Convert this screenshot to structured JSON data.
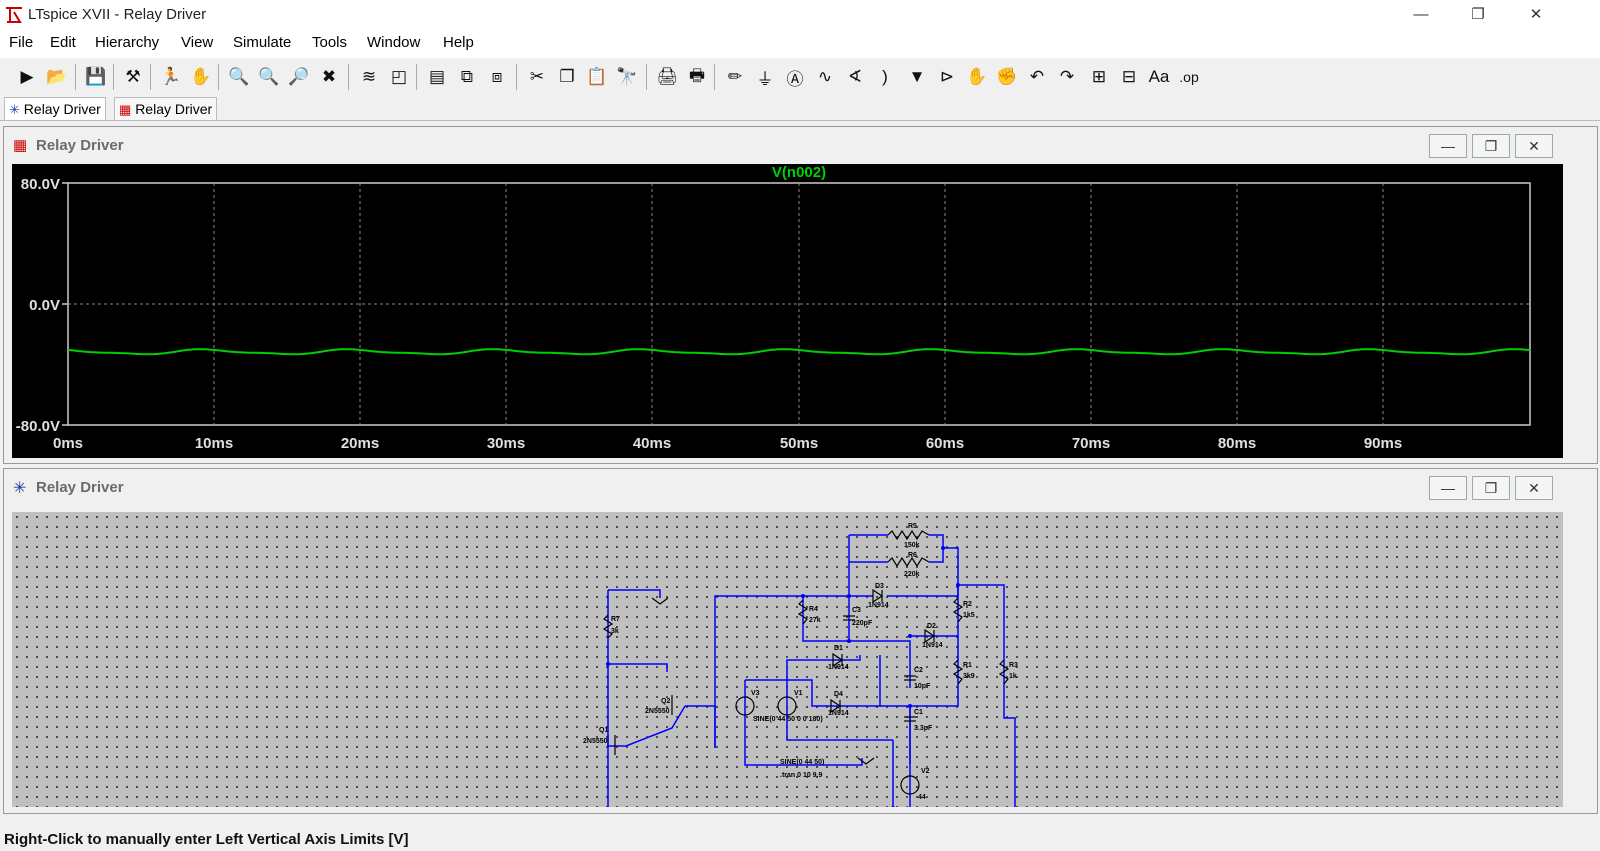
{
  "window": {
    "title": "LTspice XVII - Relay Driver"
  },
  "menu": [
    "File",
    "Edit",
    "Hierarchy",
    "View",
    "Simulate",
    "Tools",
    "Window",
    "Help"
  ],
  "tabs": [
    {
      "label": "Relay Driver",
      "icon": "schematic-icon"
    },
    {
      "label": "Relay Driver",
      "icon": "waveform-icon"
    }
  ],
  "waveform_pane": {
    "title": "Relay Driver",
    "trace_label": "V(n002)",
    "trace_color": "#00d000",
    "y_ticks": [
      "80.0V",
      "0.0V",
      "-80.0V"
    ],
    "x_ticks": [
      "0ms",
      "10ms",
      "20ms",
      "30ms",
      "40ms",
      "50ms",
      "60ms",
      "70ms",
      "80ms",
      "90ms"
    ]
  },
  "schematic_pane": {
    "title": "Relay Driver",
    "components": {
      "r5": [
        "R5",
        "150k"
      ],
      "r6": [
        "R6",
        "220k"
      ],
      "d3": [
        "D3",
        "1N914"
      ],
      "r4": [
        "R4",
        "27k"
      ],
      "c3": [
        "C3",
        "220pF"
      ],
      "r2": [
        "R2",
        "1k5"
      ],
      "d2": [
        "D2",
        "1N914"
      ],
      "r7": [
        "R7",
        "3k"
      ],
      "d1": [
        "D1",
        "1N914"
      ],
      "c2": [
        "C2",
        "10pF"
      ],
      "r1": [
        "R1",
        "3k9"
      ],
      "r3": [
        "R3",
        "1k"
      ],
      "q2": [
        "Q2",
        "2N5550"
      ],
      "v3": [
        "V3"
      ],
      "v1": [
        "V1"
      ],
      "d4": [
        "D4",
        "1N914"
      ],
      "c1": [
        "C1",
        "3.3pF"
      ],
      "q1": [
        "Q1",
        "2N5550"
      ],
      "v2": [
        "V2",
        "44"
      ]
    },
    "sine1": "SINE(0 44 50 0 0 180)",
    "sine2": "SINE(0 44 50)",
    "tran": ".tran 0 10 9.9"
  },
  "status": {
    "text": "Right-Click to manually enter Left Vertical Axis Limits [V]"
  }
}
